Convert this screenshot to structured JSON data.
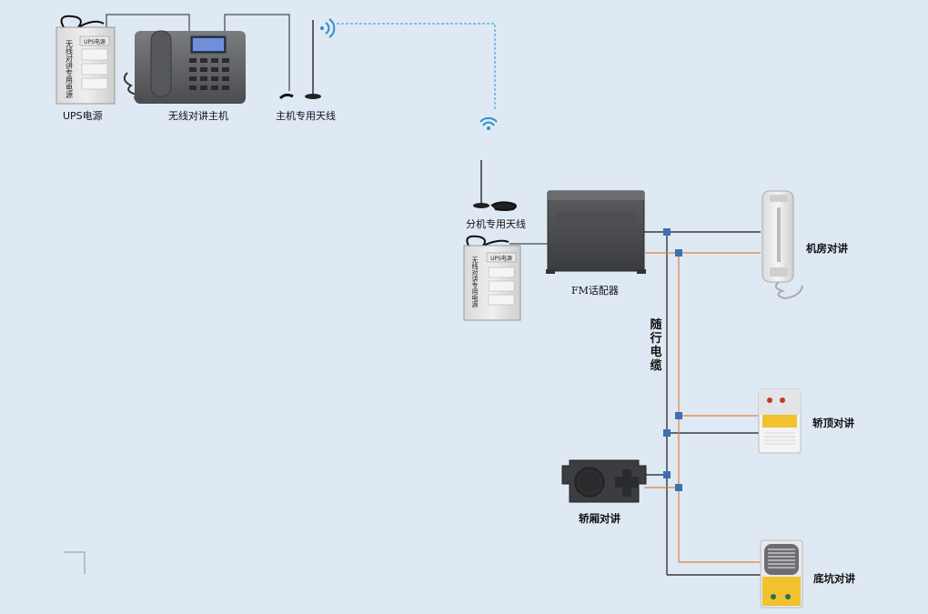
{
  "labels": {
    "ups": "UPS电源",
    "host": "无线对讲主机",
    "host_antenna": "主机专用天线",
    "branch_antenna": "分机专用天线",
    "fm_relay": "FM话配器",
    "machine_room": "机房对讲",
    "car_top": "轿顶对讲",
    "car": "轿厢对讲",
    "pit": "底坑对讲",
    "trailing_cable": "随行电缆"
  },
  "devices": {
    "psu_badge": "UPS电源",
    "psu_side_text": "无线对讲专用电源"
  },
  "colors": {
    "background": "#dfe9f3",
    "wire_black": "#1a1a1a",
    "wire_orange": "#e08040",
    "junction": "#3e6fb5",
    "wireless": "#2f8fd0"
  }
}
